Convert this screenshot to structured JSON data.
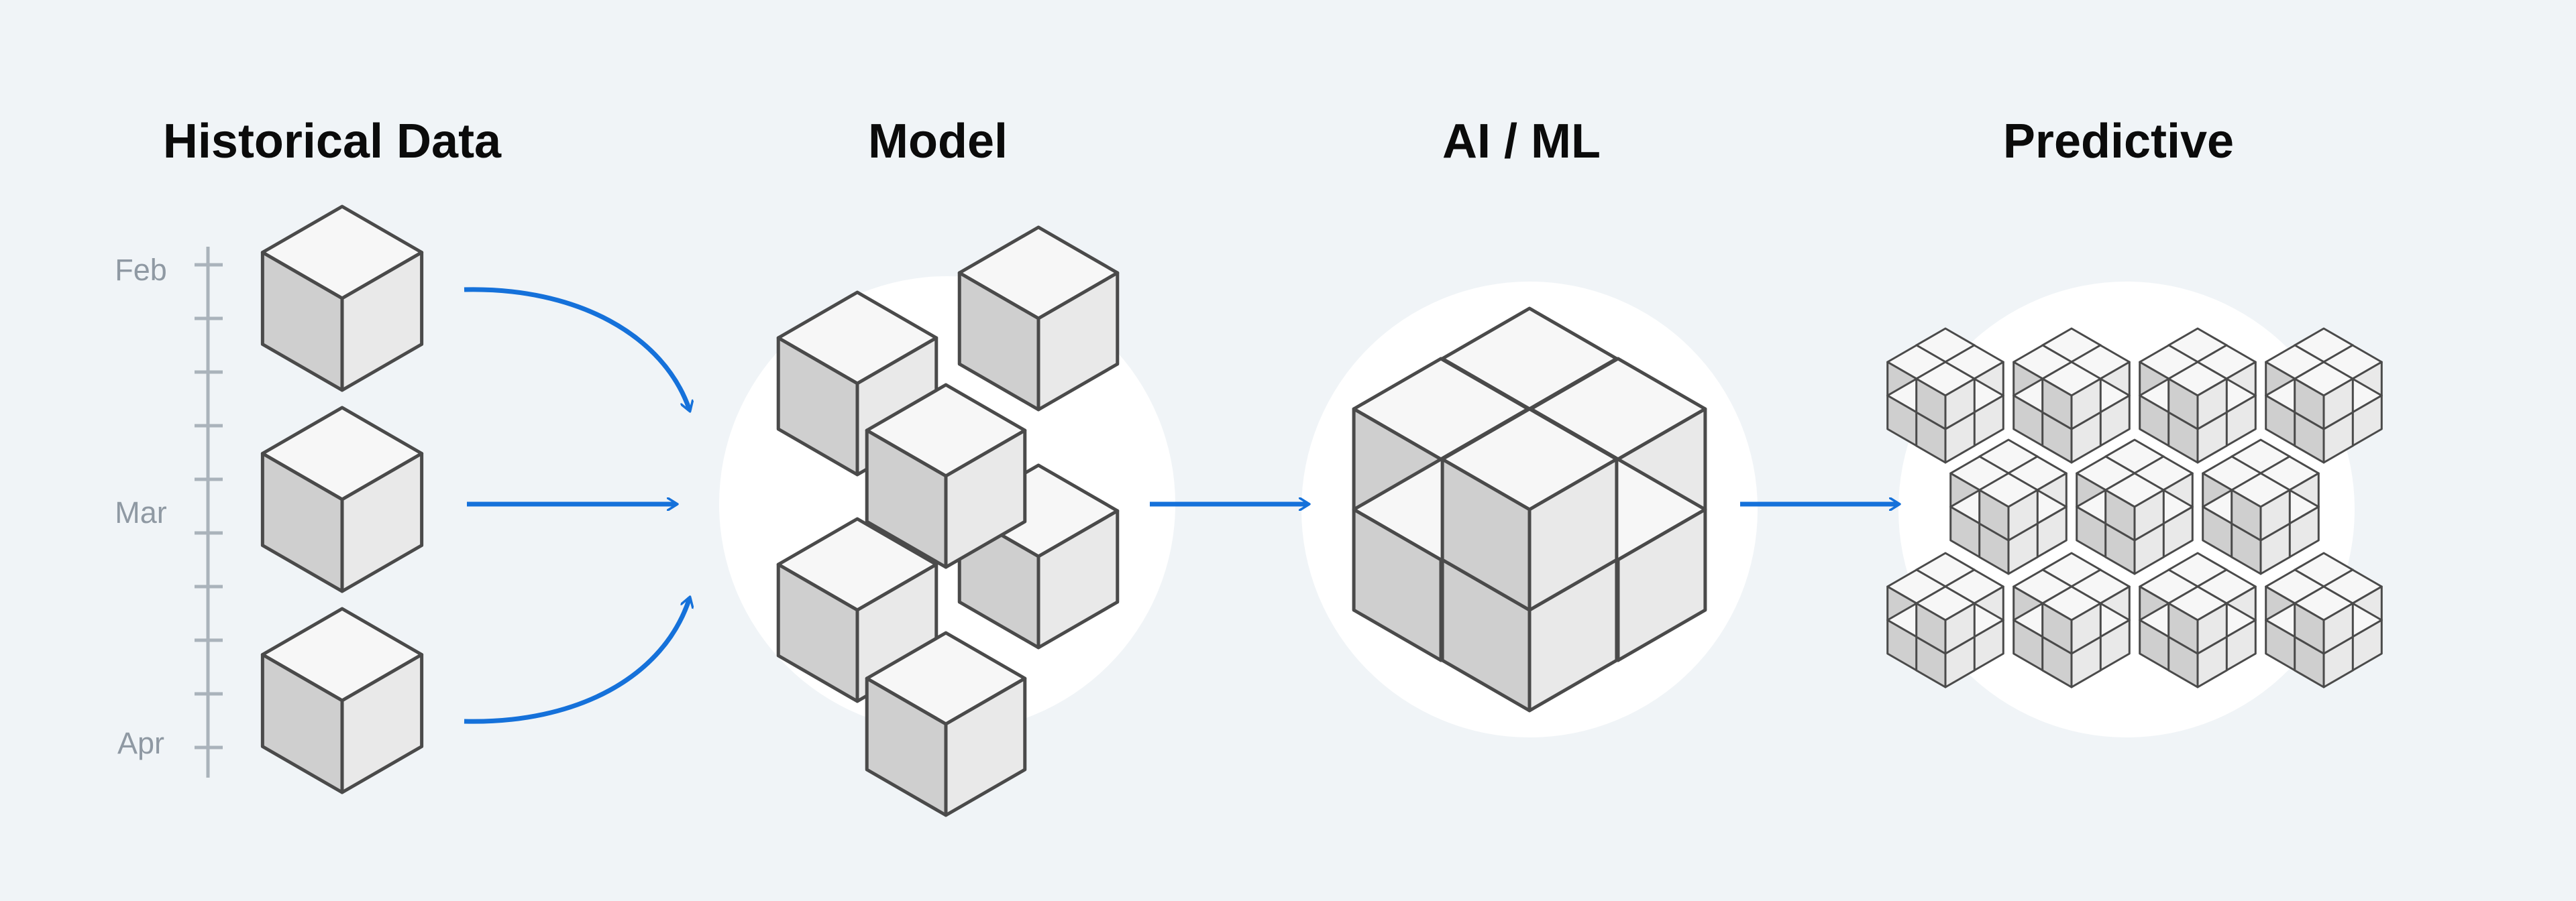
{
  "stages": [
    {
      "title": "Historical Data"
    },
    {
      "title": "Model"
    },
    {
      "title": "AI / ML"
    },
    {
      "title": "Predictive"
    }
  ],
  "timeline": {
    "months": [
      "Feb",
      "Mar",
      "Apr"
    ]
  },
  "colors": {
    "background": "#f0f4f7",
    "arrow": "#1571da",
    "cube_outline": "#4a4a4a",
    "cube_top": "#f7f7f7",
    "cube_left": "#cfcfcf",
    "cube_right": "#e9e9e9",
    "circle": "#ffffff",
    "title_text": "#0b0b0b",
    "timeline": "#8f99a3"
  }
}
